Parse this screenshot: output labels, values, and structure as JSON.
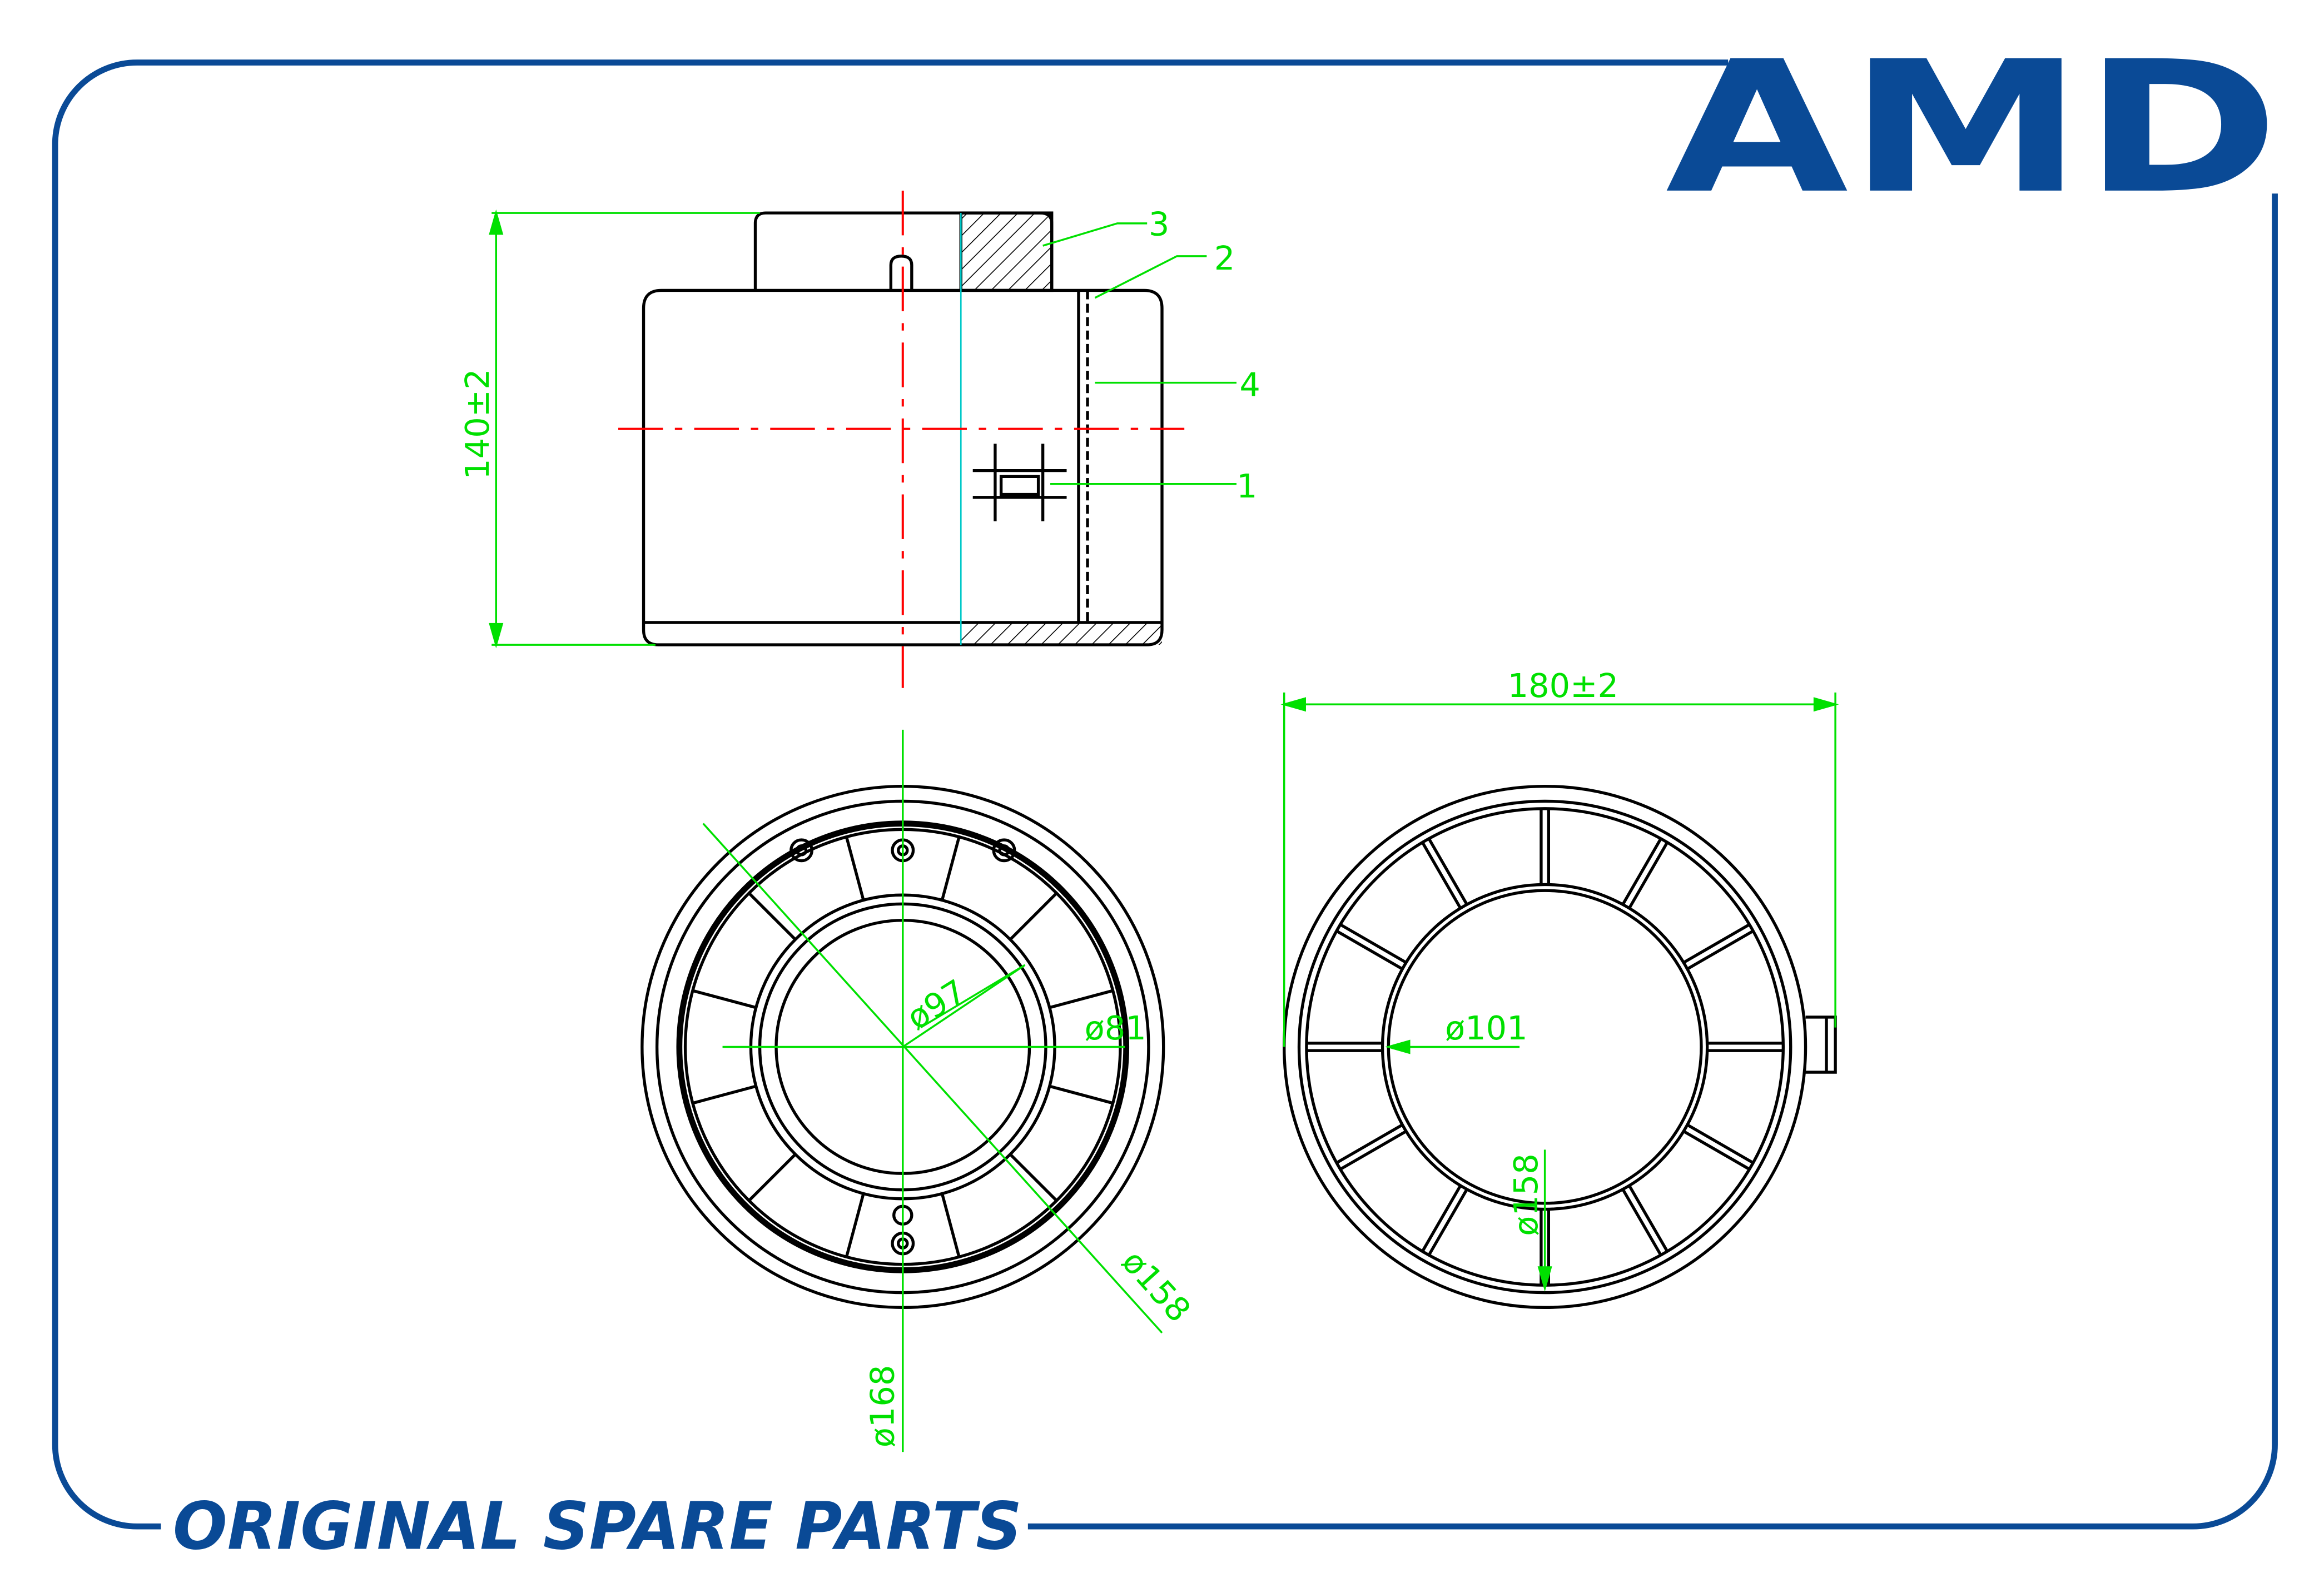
{
  "brand": {
    "logo": "AMD",
    "slogan": "ORIGINAL SPARE PARTS",
    "color": "#0a4a96"
  },
  "drawing": {
    "line_color": "#000000",
    "dimension_color": "#00e000",
    "centerline_color": "#ff0000",
    "side_view": {
      "height_label": "140±2",
      "callouts": [
        "1",
        "2",
        "3",
        "4"
      ]
    },
    "front_view": {
      "labels": {
        "d97": "ø97",
        "d81": "ø81",
        "d158": "ø158",
        "d168": "ø168"
      },
      "rib_count": 12
    },
    "rear_view": {
      "labels": {
        "width": "180±2",
        "d101": "ø101",
        "d158": "ø158"
      },
      "rib_count": 12
    }
  }
}
